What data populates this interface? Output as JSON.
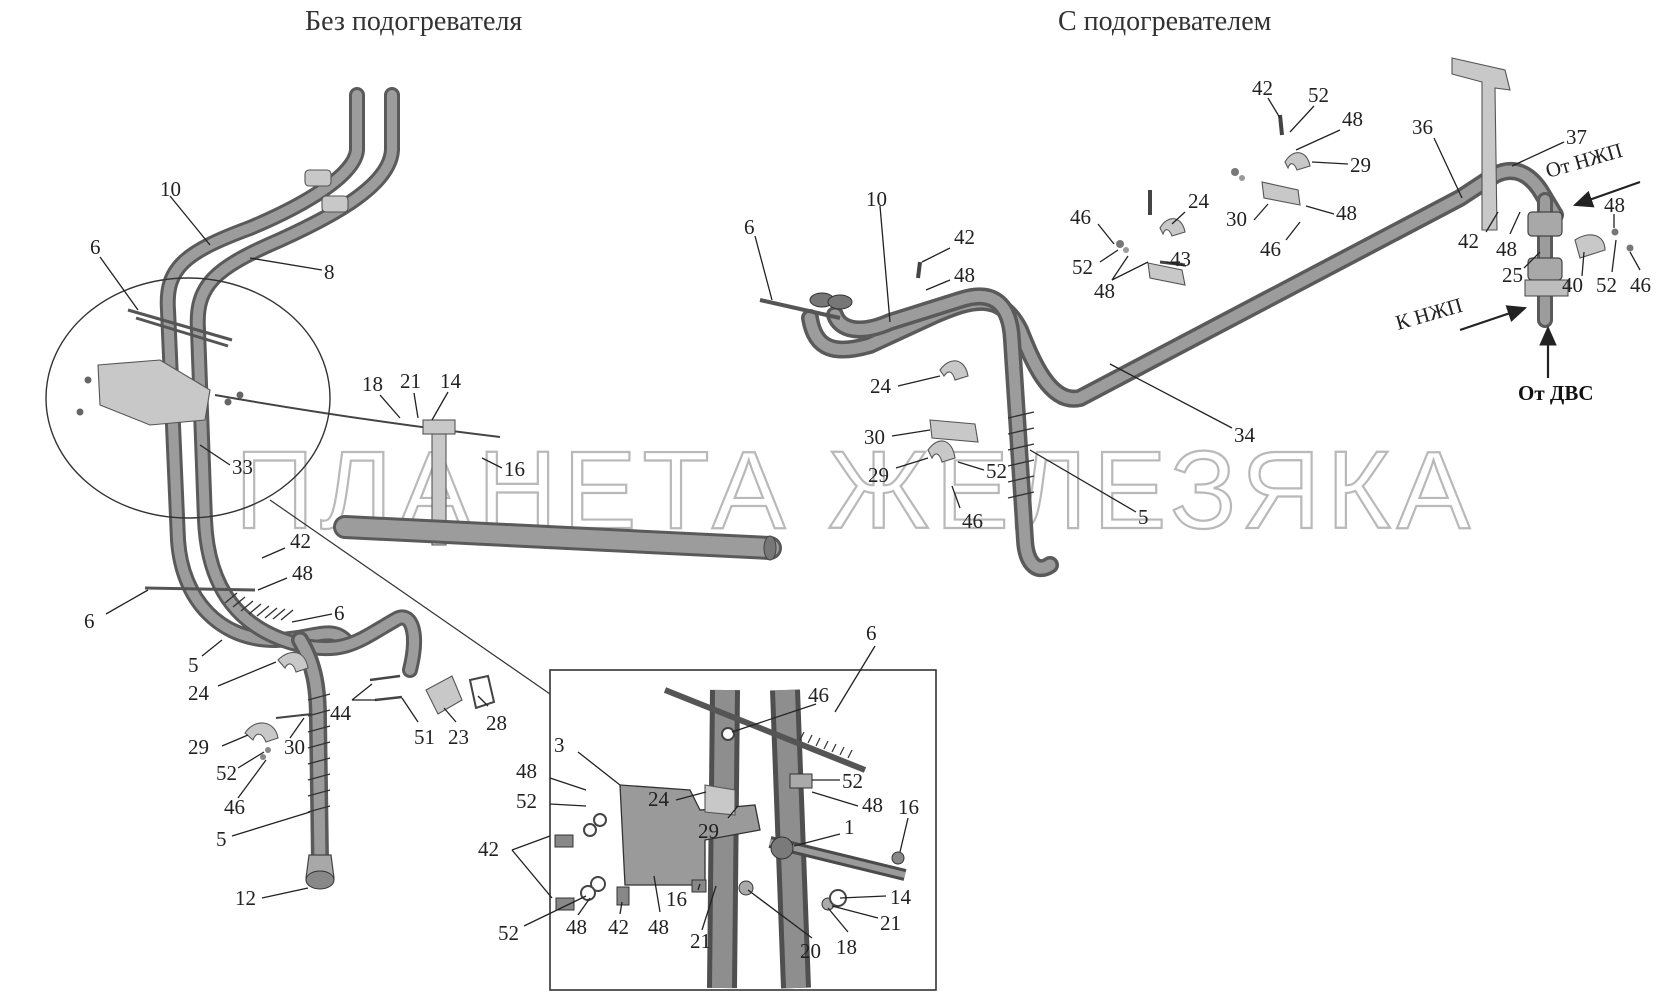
{
  "titles": {
    "left": "Без подогревателя",
    "right": "С подогревателем"
  },
  "watermark": "ПЛАНЕТА ЖЕЛЕЗЯКА",
  "flow_labels": {
    "from_nzhp": "От НЖП",
    "to_nzhp": "К НЖП",
    "from_dvs": "От ДВС"
  },
  "callouts": {
    "left": [
      "10",
      "8",
      "6",
      "33",
      "18",
      "21",
      "14",
      "16",
      "42",
      "48",
      "6",
      "6",
      "5",
      "24",
      "29",
      "30",
      "52",
      "46",
      "5",
      "12",
      "44",
      "51",
      "23",
      "28"
    ],
    "inset": [
      "6",
      "46",
      "3",
      "48",
      "52",
      "42",
      "52",
      "48",
      "42",
      "48",
      "24",
      "29",
      "52",
      "48",
      "1",
      "16",
      "14",
      "21",
      "18",
      "20",
      "21",
      "16"
    ],
    "right": [
      "6",
      "10",
      "42",
      "48",
      "24",
      "30",
      "29",
      "52",
      "46",
      "5",
      "34",
      "46",
      "52",
      "48",
      "24",
      "43",
      "42",
      "52",
      "48",
      "29",
      "30",
      "48",
      "46",
      "36",
      "37",
      "42",
      "48",
      "25",
      "40",
      "48",
      "52",
      "46"
    ]
  }
}
